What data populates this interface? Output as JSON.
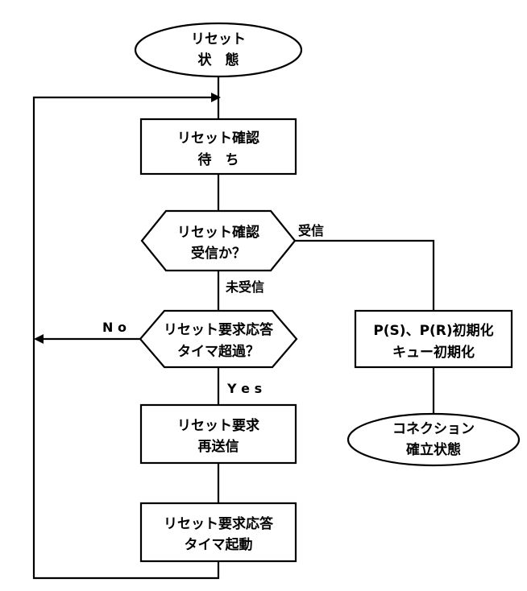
{
  "nodes": {
    "start": {
      "line1": "リセット",
      "line2": "状　態"
    },
    "wait_confirm": {
      "line1": "リセット確認",
      "line2": "待　ち"
    },
    "received_decision": {
      "line1": "リセット確認",
      "line2": "受信か？"
    },
    "timeout_decision": {
      "line1": "リセット要求応答",
      "line2": "タイマ超過？"
    },
    "resend": {
      "line1": "リセット要求",
      "line2": "再送信"
    },
    "start_timer": {
      "line1": "リセット要求応答",
      "line2": "タイマ起動"
    },
    "init": {
      "line1": "P(S)、P(R)初期化",
      "line2": "キュー初期化"
    },
    "established": {
      "line1": "コネクション",
      "line2": "確立状態"
    }
  },
  "edges": {
    "received": "受信",
    "not_received": "未受信",
    "no": "N o",
    "yes": "Y e s"
  }
}
